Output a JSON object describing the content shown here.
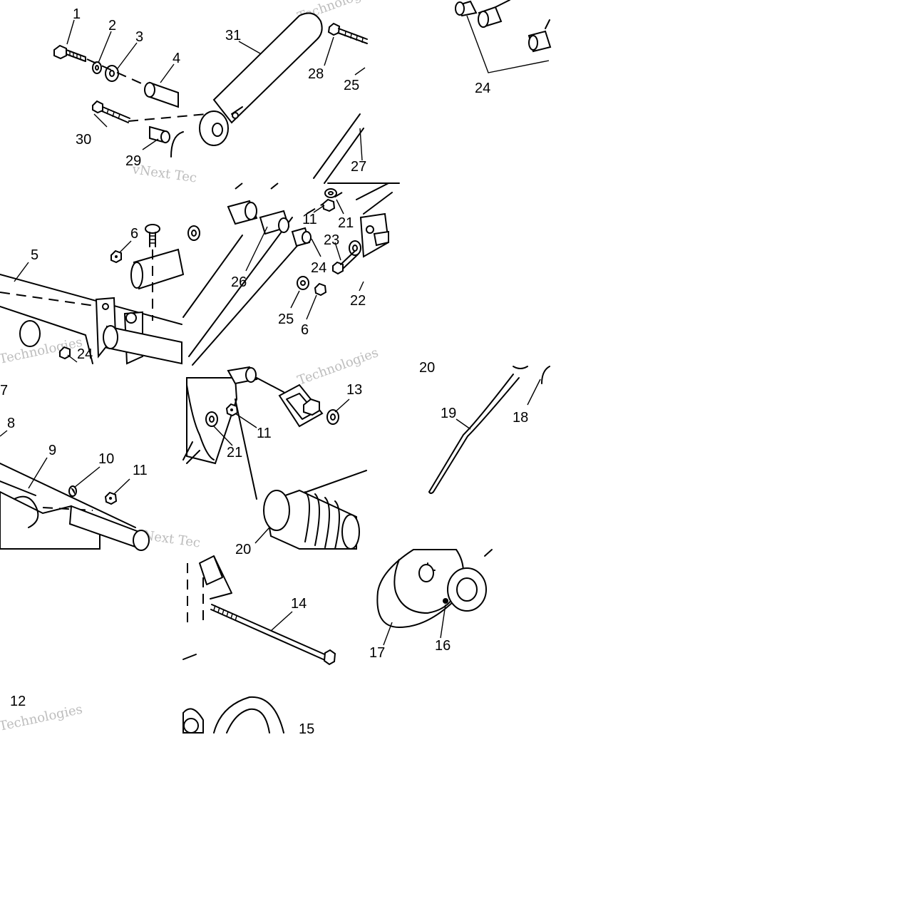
{
  "diagram": {
    "callouts": [
      {
        "id": "c1",
        "text": "1"
      },
      {
        "id": "c2",
        "text": "2"
      },
      {
        "id": "c3",
        "text": "3"
      },
      {
        "id": "c4",
        "text": "4"
      },
      {
        "id": "c31",
        "text": "31"
      },
      {
        "id": "c28",
        "text": "28"
      },
      {
        "id": "c25a",
        "text": "25"
      },
      {
        "id": "c24a",
        "text": "24"
      },
      {
        "id": "c30",
        "text": "30"
      },
      {
        "id": "c29",
        "text": "29"
      },
      {
        "id": "c27",
        "text": "27"
      },
      {
        "id": "c6a",
        "text": "6"
      },
      {
        "id": "c5",
        "text": "5"
      },
      {
        "id": "c11a",
        "text": "11"
      },
      {
        "id": "c21a",
        "text": "21"
      },
      {
        "id": "c23",
        "text": "23"
      },
      {
        "id": "c24b",
        "text": "24"
      },
      {
        "id": "c26",
        "text": "26"
      },
      {
        "id": "c25b",
        "text": "25"
      },
      {
        "id": "c6b",
        "text": "6"
      },
      {
        "id": "c22",
        "text": "22"
      },
      {
        "id": "c24c",
        "text": "24"
      },
      {
        "id": "c7",
        "text": "7"
      },
      {
        "id": "c8",
        "text": "8"
      },
      {
        "id": "c9",
        "text": "9"
      },
      {
        "id": "c10",
        "text": "10"
      },
      {
        "id": "c11b",
        "text": "11"
      },
      {
        "id": "c11c",
        "text": "11"
      },
      {
        "id": "c21b",
        "text": "21"
      },
      {
        "id": "c13",
        "text": "13"
      },
      {
        "id": "c20a",
        "text": "20"
      },
      {
        "id": "c19",
        "text": "19"
      },
      {
        "id": "c18",
        "text": "18"
      },
      {
        "id": "c20b",
        "text": "20"
      },
      {
        "id": "c14",
        "text": "14"
      },
      {
        "id": "c17",
        "text": "17"
      },
      {
        "id": "c16",
        "text": "16"
      },
      {
        "id": "c12",
        "text": "12"
      },
      {
        "id": "c15",
        "text": "15"
      }
    ],
    "watermarks": [
      {
        "id": "w1",
        "text": "Technologies"
      },
      {
        "id": "w2",
        "text": "vNext Tec"
      },
      {
        "id": "w3",
        "text": "Technologies"
      },
      {
        "id": "w4",
        "text": "Technologies"
      },
      {
        "id": "w5",
        "text": "vNext Tec"
      },
      {
        "id": "w6",
        "text": "Technologies"
      }
    ]
  }
}
